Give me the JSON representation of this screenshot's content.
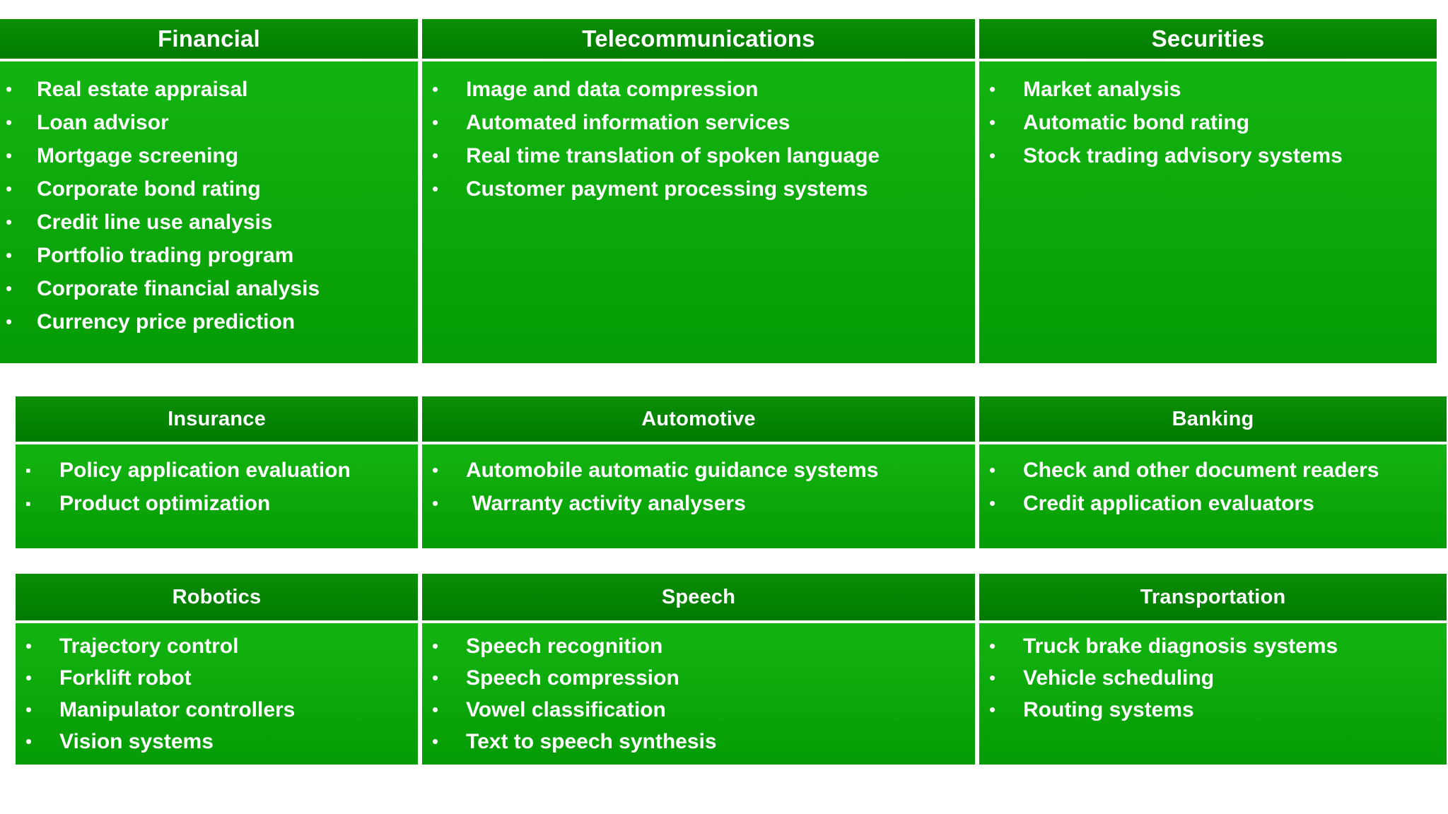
{
  "colors": {
    "header_green": "#008A00",
    "body_green": "#10AD10",
    "text": "#FFFFFF",
    "background": "#FFFFFF"
  },
  "bullets": {
    "round": "•",
    "square": "▪"
  },
  "rows": [
    {
      "row_id": "row1",
      "columns": [
        {
          "id": "financial",
          "title": "Financial",
          "bullet": "•",
          "items": [
            "Real estate appraisal",
            "Loan advisor",
            "Mortgage screening",
            "Corporate bond rating",
            "Credit line use analysis",
            "Portfolio trading program",
            "Corporate financial analysis",
            "Currency price prediction"
          ]
        },
        {
          "id": "telecommunications",
          "title": "Telecommunications",
          "bullet": "•",
          "items": [
            "Image and data compression",
            "Automated information services",
            "Real time translation of spoken language",
            "Customer payment processing systems"
          ]
        },
        {
          "id": "securities",
          "title": "Securities",
          "bullet": "•",
          "items": [
            "Market analysis",
            "Automatic bond rating",
            "Stock trading advisory systems"
          ]
        }
      ]
    },
    {
      "row_id": "row2",
      "columns": [
        {
          "id": "insurance",
          "title": "Insurance",
          "bullet": "▪",
          "items": [
            "Policy application evaluation",
            "Product optimization"
          ]
        },
        {
          "id": "automotive",
          "title": "Automotive",
          "bullet": "•",
          "items": [
            "Automobile automatic guidance systems",
            " Warranty activity analysers"
          ]
        },
        {
          "id": "banking",
          "title": "Banking",
          "bullet": "•",
          "items": [
            "Check and other document readers",
            "Credit application evaluators"
          ]
        }
      ]
    },
    {
      "row_id": "row3",
      "columns": [
        {
          "id": "robotics",
          "title": "Robotics",
          "bullet": "•",
          "items": [
            "Trajectory control",
            "Forklift robot",
            "Manipulator controllers",
            "Vision systems"
          ]
        },
        {
          "id": "speech",
          "title": "Speech",
          "bullet": "•",
          "items": [
            "Speech recognition",
            "Speech compression",
            "Vowel classification",
            "Text to speech synthesis"
          ]
        },
        {
          "id": "transportation",
          "title": "Transportation",
          "bullet": "•",
          "items": [
            "Truck brake diagnosis systems",
            "Vehicle scheduling",
            "Routing systems"
          ]
        }
      ]
    }
  ]
}
